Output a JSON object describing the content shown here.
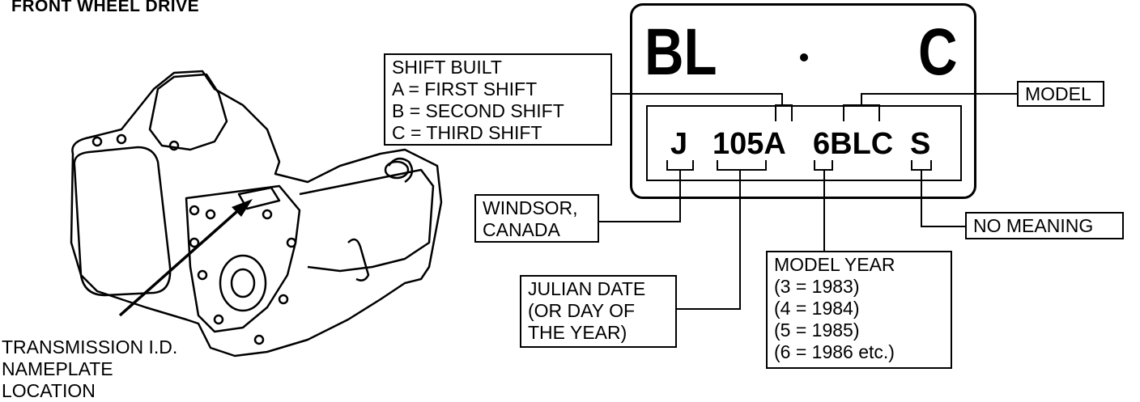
{
  "header": {
    "title": "FRONT WHEEL DRIVE"
  },
  "plate": {
    "big_left": "BL",
    "big_right": "C",
    "codes": [
      "J",
      "105A",
      "6BLC",
      "S"
    ]
  },
  "shift_built": {
    "lines": [
      "SHIFT BUILT",
      "A = FIRST SHIFT",
      "B = SECOND SHIFT",
      "C = THIRD SHIFT"
    ]
  },
  "model_label": "MODEL",
  "windsor": {
    "lines": [
      "WINDSOR,",
      "CANADA"
    ]
  },
  "no_meaning": "NO MEANING",
  "julian": {
    "lines": [
      "JULIAN DATE",
      "(OR DAY OF",
      "THE YEAR)"
    ]
  },
  "model_year": {
    "lines": [
      "MODEL YEAR",
      "(3 = 1983)",
      "(4 = 1984)",
      "(5 = 1985)",
      "(6 = 1986 etc.)"
    ]
  },
  "location_label": {
    "lines": [
      "TRANSMISSION I.D.",
      "NAMEPLATE",
      "LOCATION"
    ]
  }
}
